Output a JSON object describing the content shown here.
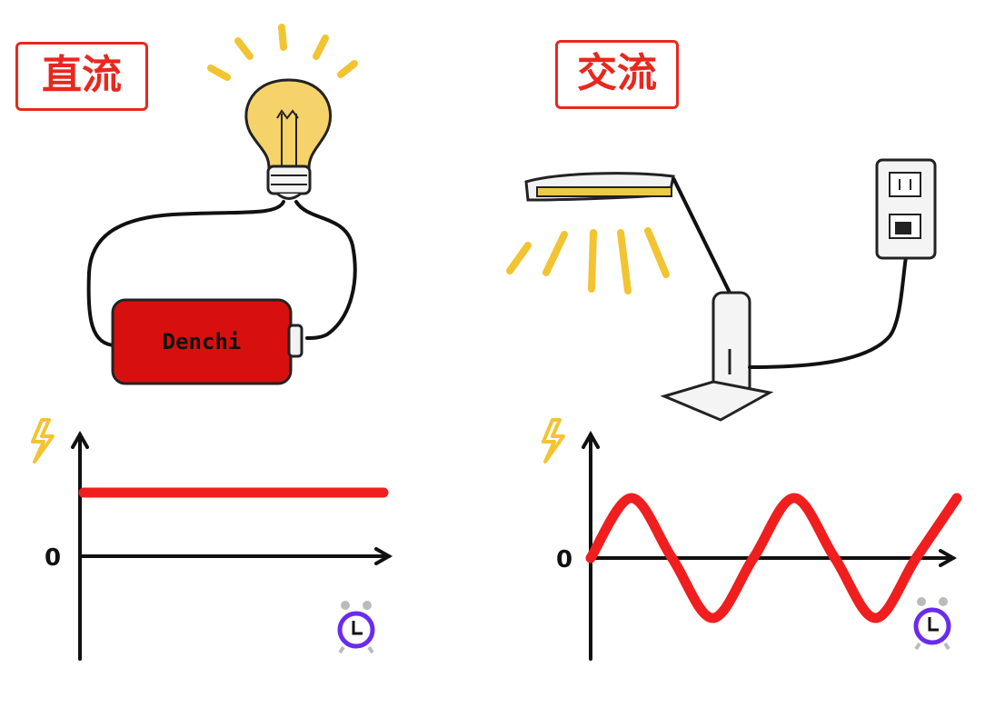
{
  "dc": {
    "label": "直流",
    "battery_label": "Denchi",
    "graph": {
      "zero_label": "0"
    }
  },
  "ac": {
    "label": "交流",
    "graph": {
      "zero_label": "0"
    }
  },
  "colors": {
    "label_red": "#e8281e",
    "signal_red": "#f01e1e",
    "battery_red": "#d80f0f",
    "glow_yellow": "#f2c431",
    "clock_purple": "#6a2bf0"
  },
  "chart_data": [
    {
      "type": "line",
      "series": [
        {
          "values": [
            1,
            1,
            1,
            1,
            1
          ]
        }
      ]
    },
    {
      "type": "line",
      "series": [
        {
          "values": [
            0,
            1,
            0,
            -1,
            0,
            1,
            0,
            -1,
            0,
            1
          ]
        }
      ]
    }
  ]
}
